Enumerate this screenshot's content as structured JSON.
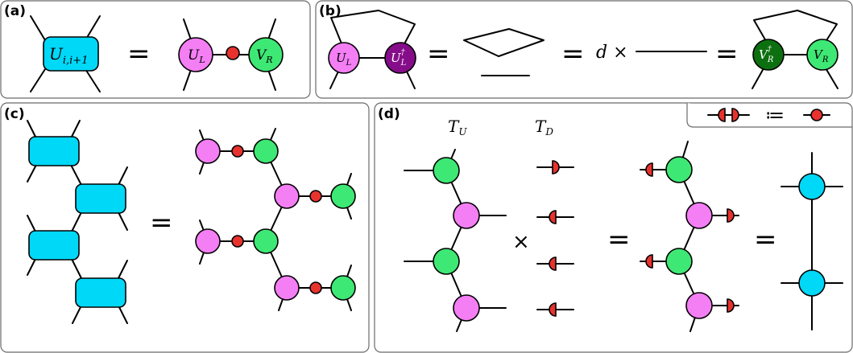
{
  "panels": {
    "a": {
      "label": "(a)",
      "u_main": "U",
      "u_sub": "i,i+1",
      "equals": "=",
      "ul_main": "U",
      "ul_sub": "L",
      "vr_main": "V",
      "vr_sub": "R"
    },
    "b": {
      "label": "(b)",
      "ul_main": "U",
      "ul_sub": "L",
      "uld_main": "U",
      "uld_sup": "†",
      "uld_sub": "L",
      "equals": "=",
      "d_times": "d ×",
      "vrd_main": "V",
      "vrd_sup": "†",
      "vrd_sub": "R",
      "vr_main": "V",
      "vr_sub": "R"
    },
    "c": {
      "label": "(c)",
      "equals": "="
    },
    "d": {
      "label": "(d)",
      "tu_main": "T",
      "tu_sub": "U",
      "td_main": "T",
      "td_sub": "D",
      "times": "×",
      "equals": "=",
      "defines": "≔"
    }
  },
  "colors": {
    "cyan": "#00d8f8",
    "magenta": "#f47ef4",
    "green": "#3ee874",
    "red": "#e8322e",
    "purple": "#860d8a",
    "darkgreen": "#0d7010"
  }
}
